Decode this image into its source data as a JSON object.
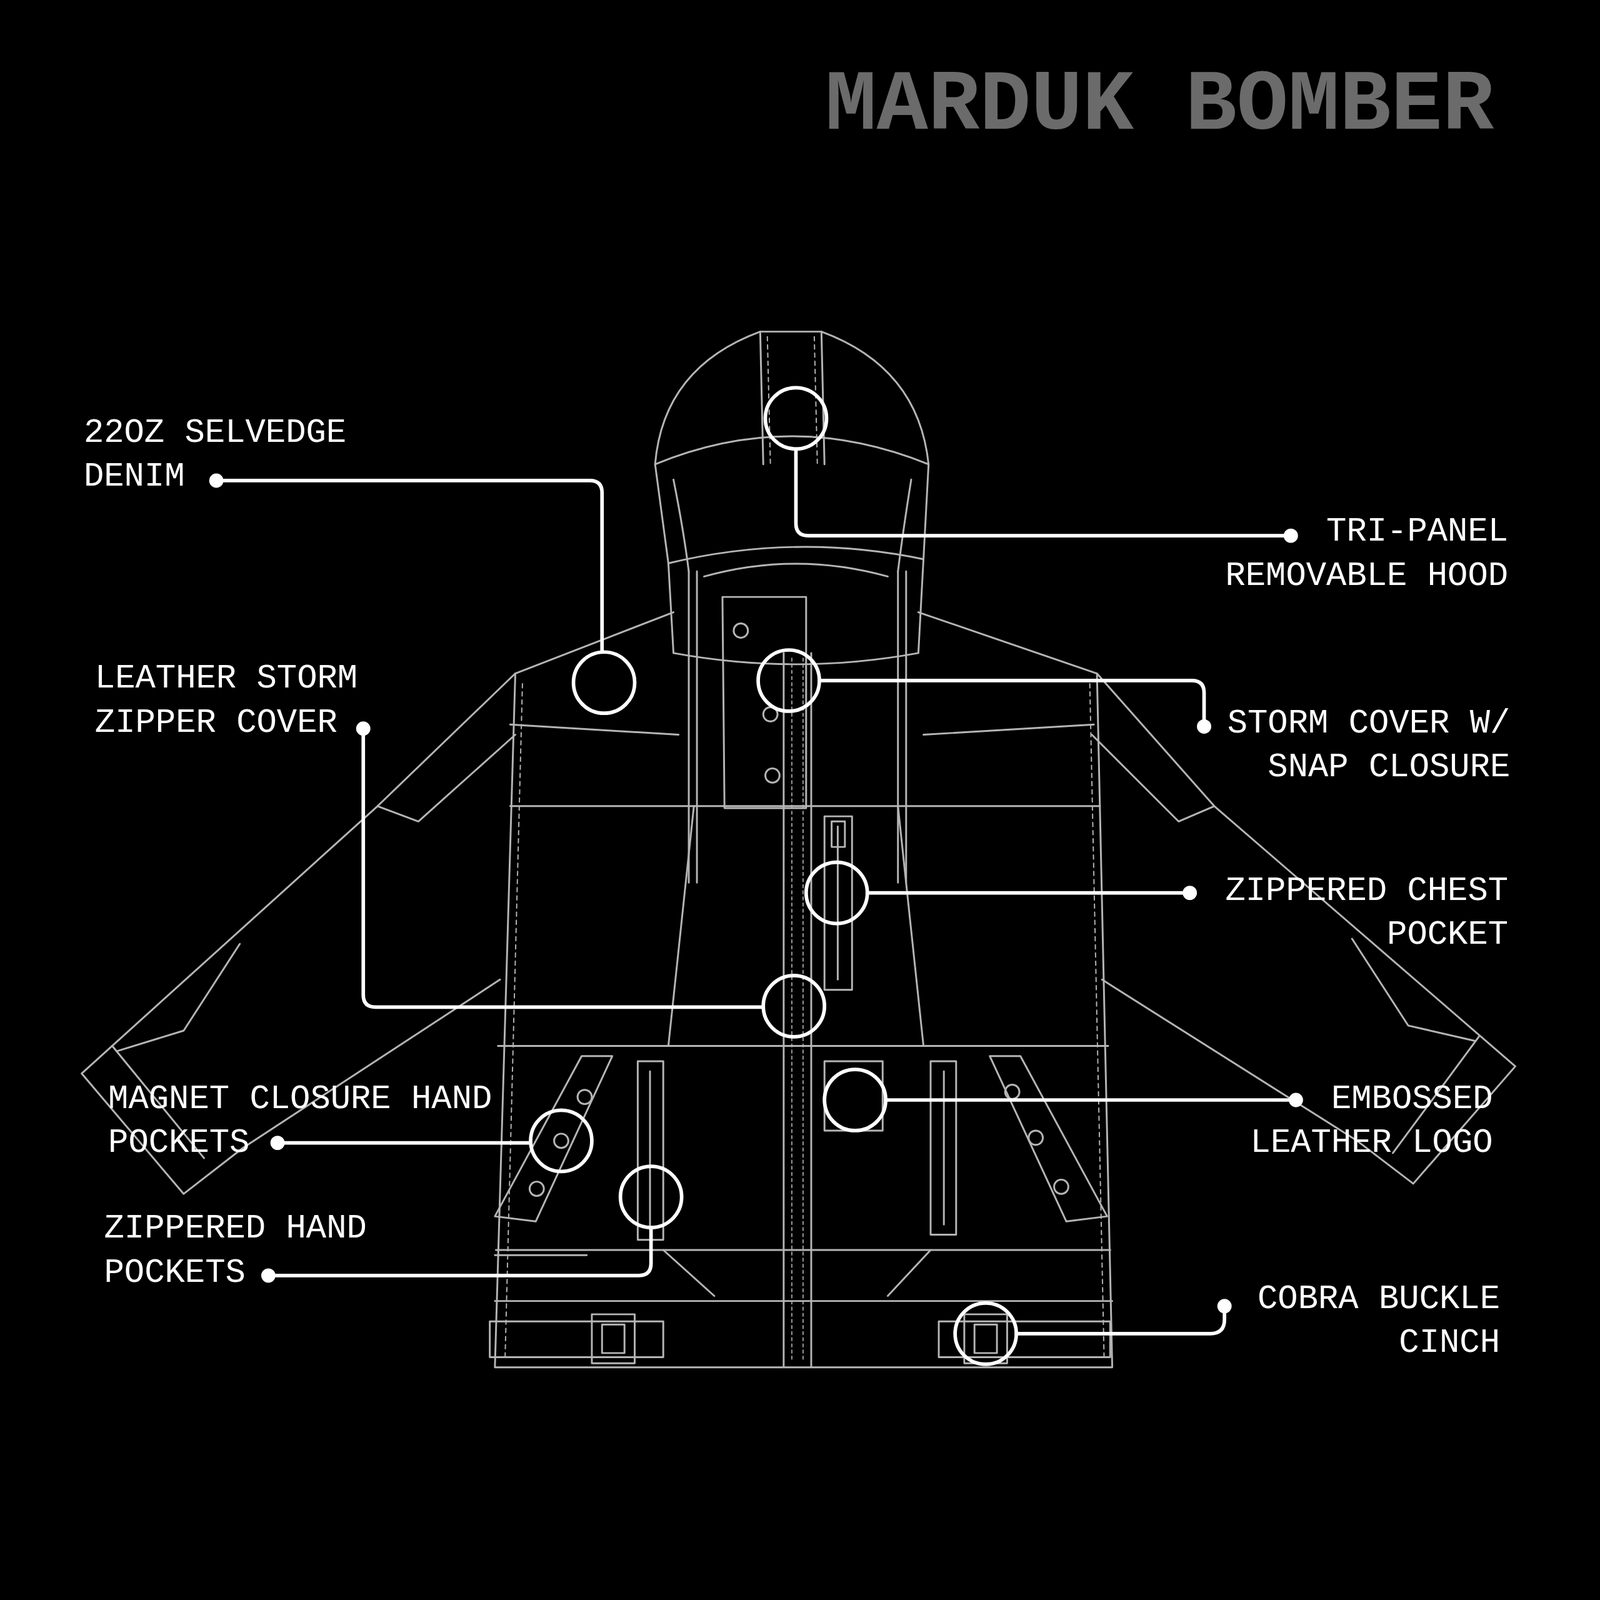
{
  "diagram": {
    "title": "MARDUK BOMBER",
    "labels": [
      "22OZ SELVEDGE DENIM",
      "TRI-PANEL REMOVABLE HOOD",
      "LEATHER STORM ZIPPER COVER",
      "STORM COVER W/ SNAP CLOSURE",
      "ZIPPERED CHEST POCKET",
      "MAGNET CLOSURE HAND POCKETS",
      "EMBOSSED LEATHER LOGO",
      "ZIPPERED HAND POCKETS",
      "COBRA BUCKLE CINCH"
    ]
  }
}
